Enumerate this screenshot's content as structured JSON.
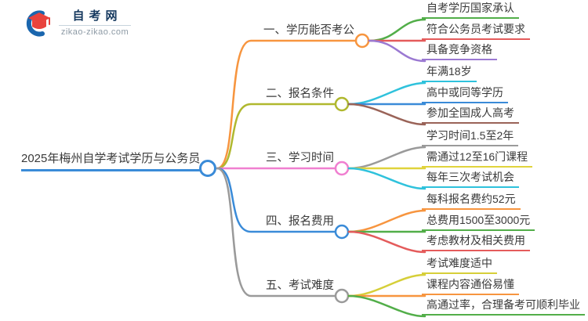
{
  "logo": {
    "title": "自考网",
    "domain": "zikao-zikao.com",
    "crescent_color": "#1a66ae",
    "cap_color": "#e8423d"
  },
  "central": {
    "label": "2025年梅州自学考试学历与公务员",
    "color": "#3a8bd8"
  },
  "branches": [
    {
      "label": "一、学历能否考公",
      "color": "#f7953f",
      "leaves": [
        {
          "label": "自考学历国家承认",
          "color": "#52ae49"
        },
        {
          "label": "符合公务员考试要求",
          "color": "#e45b5b"
        },
        {
          "label": "具备竞争资格",
          "color": "#9b79d2"
        }
      ]
    },
    {
      "label": "二、报名条件",
      "color": "#b0b82e",
      "leaves": [
        {
          "label": "年满18岁",
          "color": "#2fc2dc"
        },
        {
          "label": "高中或同等学历",
          "color": "#3a8bd8"
        },
        {
          "label": "参加全国成人高考",
          "color": "#9a6358"
        }
      ]
    },
    {
      "label": "三、学习时间",
      "color": "#f07fd0",
      "leaves": [
        {
          "label": "学习时间1.5至2年",
          "color": "#9a9a9a"
        },
        {
          "label": "需通过12至16门课程",
          "color": "#e0d33c"
        },
        {
          "label": "每年三次考试机会",
          "color": "#2fc2dc"
        }
      ]
    },
    {
      "label": "四、报名费用",
      "color": "#3a8bd8",
      "leaves": [
        {
          "label": "每科报名费约52元",
          "color": "#f7953f"
        },
        {
          "label": "总费用1500至3000元",
          "color": "#52ae49"
        },
        {
          "label": "考虑教材及相关费用",
          "color": "#e45b5b"
        }
      ]
    },
    {
      "label": "五、考试难度",
      "color": "#9a9a9a",
      "leaves": [
        {
          "label": "考试难度适中",
          "color": "#d6cf39"
        },
        {
          "label": "课程内容通俗易懂",
          "color": "#f7953f"
        },
        {
          "label": "高通过率，合理备考可顺利毕业",
          "color": "#52ae49"
        }
      ]
    }
  ]
}
